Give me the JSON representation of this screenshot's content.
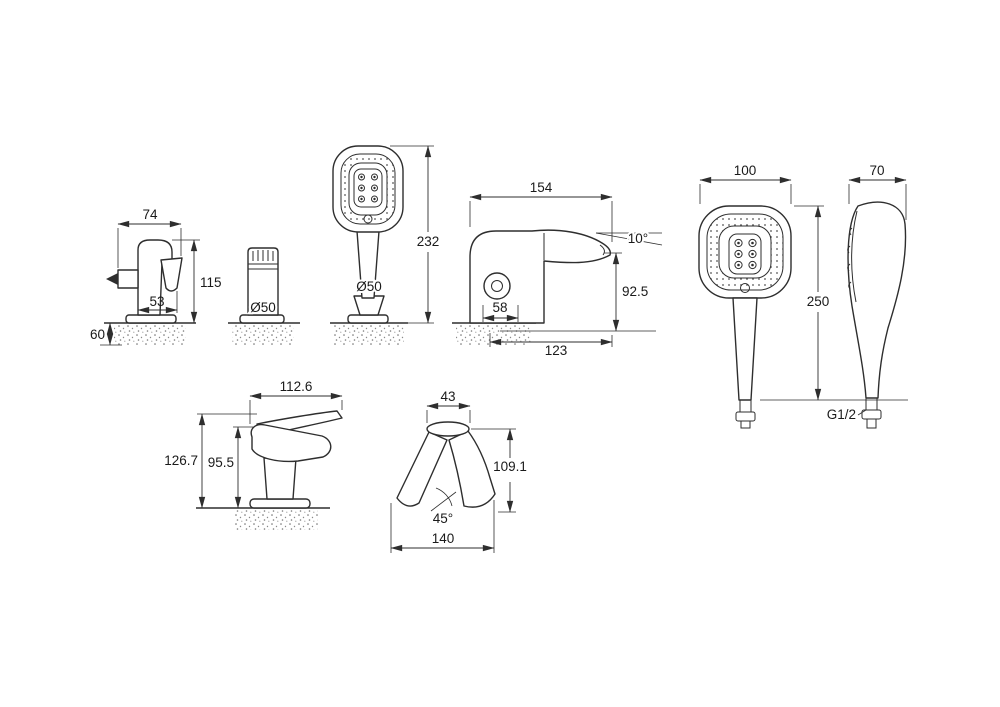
{
  "drawing": {
    "background": "#ffffff",
    "line_color": "#2e2e2e",
    "views": {
      "holder": {
        "title": "hand shower holder side view",
        "dims": {
          "top_width": "74",
          "height": "115",
          "bracket_width": "53",
          "deck_thickness": "60"
        }
      },
      "diverter": {
        "title": "diverter column side view",
        "dims": {
          "escutcheon_diameter": "Ø50"
        }
      },
      "handshower_stand": {
        "title": "hand shower in deck socket",
        "dims": {
          "total_height": "232",
          "socket_diameter": "Ø50"
        }
      },
      "spout": {
        "title": "tub spout side view",
        "dims": {
          "length": "154",
          "mouth_angle": "10°",
          "height": "92.5",
          "body_offset": "58",
          "reach": "123"
        }
      },
      "handshower_front": {
        "title": "hand shower front view",
        "dims": {
          "width": "100",
          "height": "250"
        }
      },
      "handshower_side": {
        "title": "hand shower side view",
        "dims": {
          "depth": "70",
          "thread": "G1/2"
        }
      },
      "mixer": {
        "title": "single lever mixer side view",
        "dims": {
          "length": "112.6",
          "total_height": "126.7",
          "body_height": "95.5"
        }
      },
      "handle_45": {
        "title": "lever handle swing view",
        "dims": {
          "top_width": "43",
          "height": "109.1",
          "swing_angle": "45°",
          "swing_width": "140"
        }
      }
    }
  }
}
